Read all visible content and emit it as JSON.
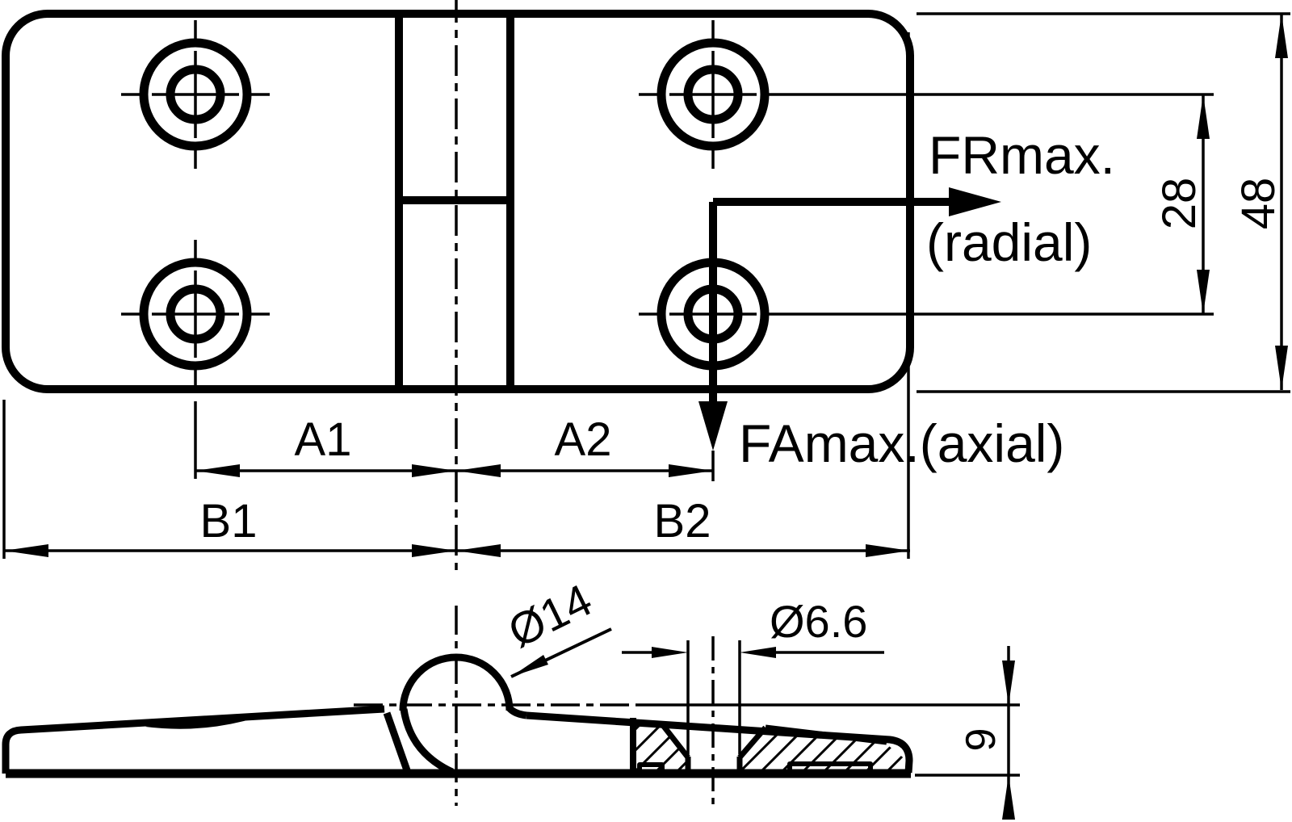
{
  "title": "hinge-technical-drawing",
  "colors": {
    "background": "#ffffff",
    "ink": "#000000"
  },
  "top_view": {
    "force_labels": {
      "radial_main": "FRmax.",
      "radial_sub": "(radial)",
      "axial": "FAmax.(axial)"
    },
    "dimensions": {
      "hole_spacing": "28",
      "plate_width": "48",
      "a1": "A1",
      "a2": "A2",
      "b1": "B1",
      "b2": "B2"
    }
  },
  "side_view": {
    "dimensions": {
      "pin_diameter": "Ø14",
      "hole_diameter": "Ø6.6",
      "thickness": "9"
    }
  }
}
